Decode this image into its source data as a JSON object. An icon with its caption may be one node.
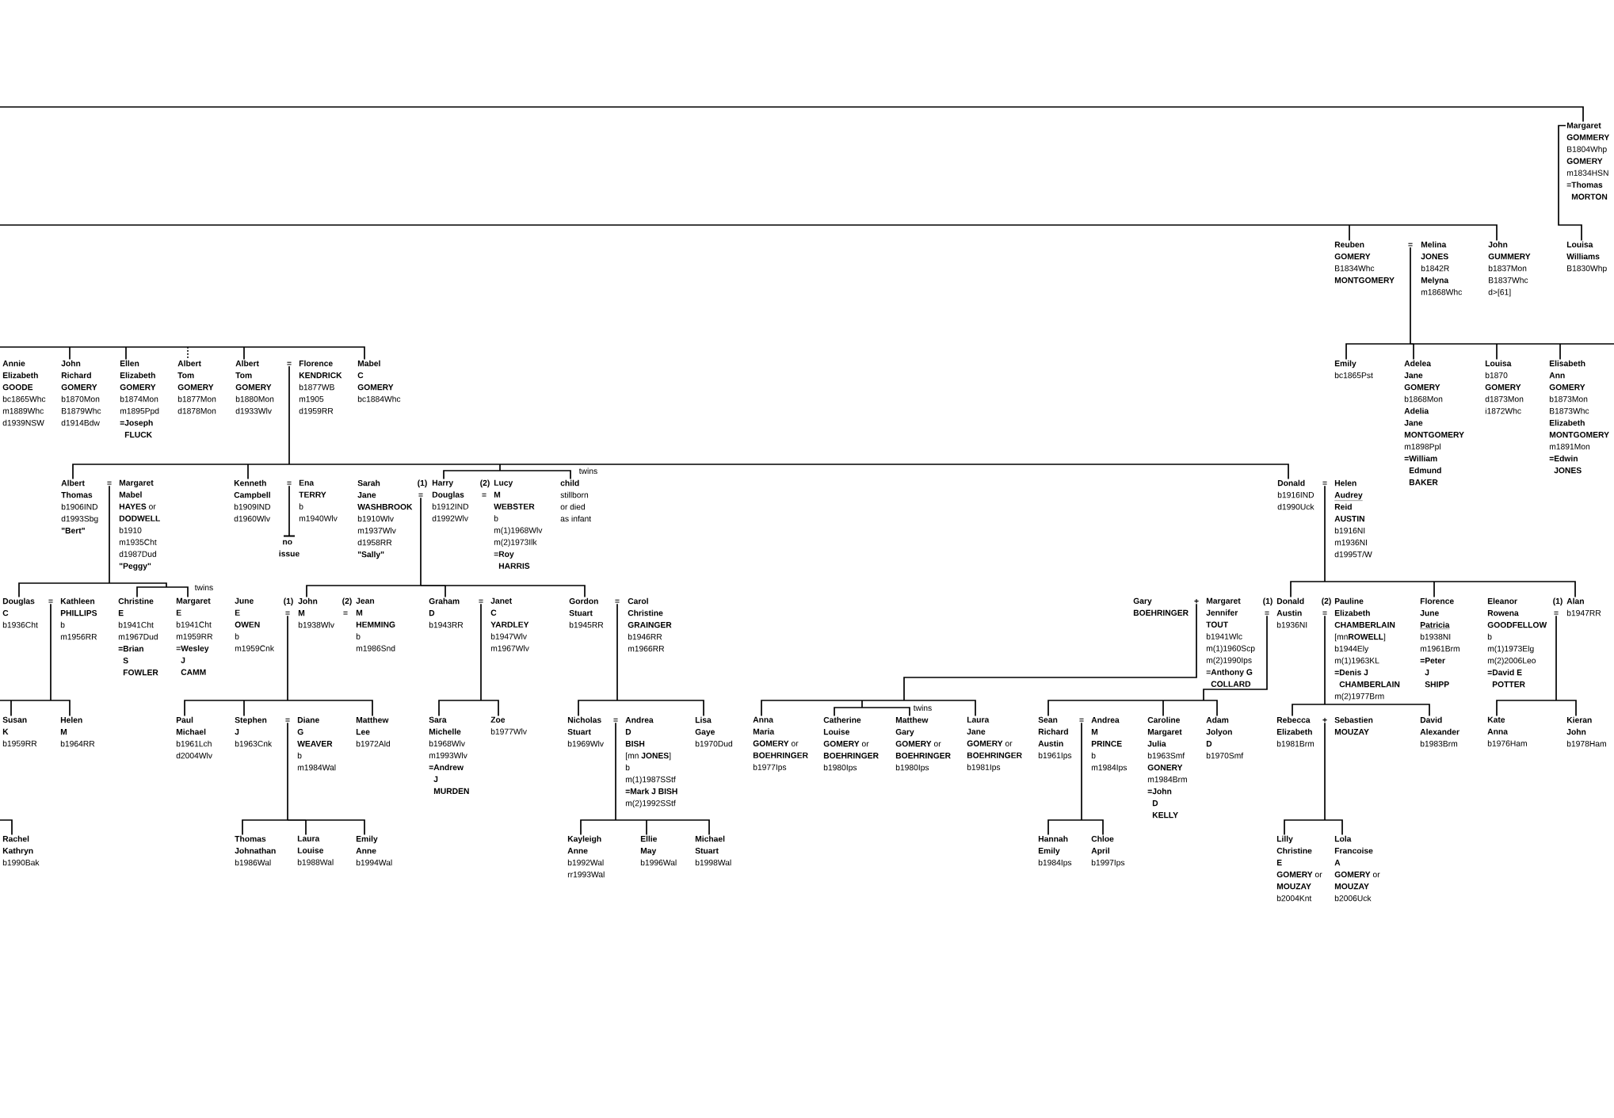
{
  "diagram": {
    "nodes": [
      {
        "text": [
          "Margaret GOMMERY",
          "B1804Whp",
          "GOMERY",
          "m1834HSN",
          "=Thomas MORTON"
        ]
      },
      {
        "text": [
          "Reuben GOMERY",
          "B1834Whc",
          "MONTGOMERY"
        ]
      },
      {
        "text": [
          "="
        ]
      },
      {
        "text": [
          "Melina JONES",
          "b1842R",
          "Melyna",
          "m1868Whc"
        ]
      },
      {
        "text": [
          "John GUMMERY",
          "b1837Mon",
          "B1837Whc",
          "d>[61]"
        ]
      },
      {
        "text": [
          "Louisa Williams",
          "B1830Whp"
        ]
      },
      {
        "text": [
          "Annie Elizabeth GOODE",
          "bc1865Whc",
          "m1889Whc",
          "d1939NSW"
        ]
      },
      {
        "text": [
          "John Richard GOMERY",
          "b1870Mon",
          "B1879Whc",
          "d1914Bdw"
        ]
      },
      {
        "text": [
          "Ellen Elizabeth GOMERY",
          "b1874Mon",
          "m1895Ppd",
          "=Joseph FLUCK"
        ]
      },
      {
        "text": [
          "Albert Tom GOMERY",
          "b1877Mon",
          "d1878Mon"
        ]
      },
      {
        "text": [
          "Albert Tom GOMERY",
          "b1880Mon",
          "d1933Wlv"
        ]
      },
      {
        "text": [
          "="
        ]
      },
      {
        "text": [
          "Florence KENDRICK",
          "b1877WB",
          "m1905",
          "d1959RR"
        ]
      },
      {
        "text": [
          "Mabel C GOMERY",
          "bc1884Whc"
        ]
      },
      {
        "text": [
          "Emily",
          "bc1865Pst"
        ]
      },
      {
        "text": [
          "Adelea Jane GOMERY",
          "b1868Mon",
          "Adelia Jane MONTGOMERY",
          "m1898Ppl",
          "=William Edmund BAKER"
        ]
      },
      {
        "text": [
          "Louisa",
          "b1870",
          "GOMERY",
          "d1873Mon",
          "i1872Whc"
        ]
      },
      {
        "text": [
          "Elisabeth Ann GOMERY",
          "b1873Mon",
          "B1873Whc",
          "Elizabeth MONTGOMERY",
          "m1891Mon",
          "=Edwin JONES"
        ]
      },
      {
        "text": [
          "Albert Thomas",
          "b1906IND",
          "d1993Sbg",
          "\"Bert\""
        ]
      },
      {
        "text": [
          "="
        ]
      },
      {
        "text": [
          "**Margaret Mabel HAYES** or **DODWELL**",
          "b1910",
          "m1935Cht",
          "d1987Dud",
          "\"Peggy\""
        ]
      },
      {
        "text": [
          "Kenneth Campbell",
          "b1909IND",
          "d1960Wlv"
        ]
      },
      {
        "text": [
          "="
        ]
      },
      {
        "text": [
          "Ena TERRY",
          "b",
          "m1940Wlv"
        ]
      },
      {
        "text": [
          "no issue"
        ]
      },
      {
        "text": [
          "Sarah Jane WASHBROOK",
          "b1910Wlv",
          "m1937Wlv",
          "d1958RR",
          "\"Sally\""
        ]
      },
      {
        "text": [
          "="
        ]
      },
      {
        "text": [
          "Harry Douglas",
          "b1912IND",
          "d1992Wlv"
        ],
        "beside": [
          "(1)"
        ]
      },
      {
        "text": [
          "Lucy M WEBSTER",
          "b",
          "m(1)1968Wlv",
          "m(2)1973Ilk",
          "=Roy HARRIS"
        ],
        "beside": [
          "(2)",
          "="
        ]
      },
      {
        "text": [
          "child",
          "stillborn or died as infant"
        ]
      },
      {
        "text": [
          "Donald",
          "b1916IND",
          "d1990Uck"
        ]
      },
      {
        "text": [
          "="
        ]
      },
      {
        "text": [
          "Helen Audrey Reid AUSTIN",
          "b1916NI",
          "m1936NI",
          "d1995T/W"
        ]
      },
      {
        "text": [
          "Douglas C",
          "b1936Cht"
        ]
      },
      {
        "text": [
          "="
        ]
      },
      {
        "text": [
          "Kathleen PHILLIPS",
          "b",
          "m1956RR"
        ]
      },
      {
        "text": [
          "Christine E",
          "b1941Cht",
          "m1967Dud",
          "=Brian S FOWLER"
        ]
      },
      {
        "text": [
          "Margaret E",
          "b1941Cht",
          "m1959RR",
          "=Wesley J CAMM"
        ]
      },
      {
        "text": [
          "June E OWEN",
          "b",
          "m1959Cnk"
        ]
      },
      {
        "text": [
          "="
        ]
      },
      {
        "text": [
          "John M",
          "b1938Wlv"
        ],
        "beside": [
          "(1)"
        ]
      },
      {
        "text": [
          "Jean M HEMMING",
          "b",
          "m1986Snd"
        ],
        "beside": [
          "(2)",
          "="
        ]
      },
      {
        "text": [
          "Graham D",
          "b1943RR"
        ]
      },
      {
        "text": [
          "="
        ]
      },
      {
        "text": [
          "Janet C YARDLEY",
          "b1947Wlv",
          "m1967Wlv"
        ]
      },
      {
        "text": [
          "Gordon Stuart",
          "b1945RR"
        ]
      },
      {
        "text": [
          "="
        ]
      },
      {
        "text": [
          "Carol Christine GRAINGER",
          "b1946RR",
          "m1966RR"
        ]
      },
      {
        "text": [
          "Gary BOEHRINGER"
        ]
      },
      {
        "text": [
          "+"
        ]
      },
      {
        "text": [
          "Margaret Jennifer TOUT",
          "b1941Wlc",
          "m(1)1960Scp",
          "m(2)1990Ips",
          "=Anthony G COLLARD"
        ]
      },
      {
        "text": [
          "="
        ]
      },
      {
        "text": [
          "Donald Austin",
          "b1936NI"
        ],
        "beside": [
          "(1)"
        ]
      },
      {
        "text": [
          "="
        ]
      },
      {
        "text": [
          "Pauline Elizabeth CHAMBERLAIN",
          "[mn**ROWELL**]",
          "b1944Ely",
          "m(1)1963KL",
          "=Denis J CHAMBERLAIN",
          "m(2)1977Brm"
        ],
        "beside": [
          "(2)"
        ]
      },
      {
        "text": [
          "Florence June Patricia",
          "b1938NI",
          "m1961Brm",
          "=Peter J SHIPP"
        ]
      },
      {
        "text": [
          "Eleanor Rowena GOODFELLOW",
          "b",
          "m(1)1973Elg",
          "m(2)2006Leo",
          "=David E POTTER"
        ]
      },
      {
        "text": [
          "="
        ]
      },
      {
        "text": [
          "Alan",
          "b1947RR"
        ],
        "beside": [
          "(1)"
        ]
      },
      {
        "text": [
          "Susan K",
          "b1959RR"
        ]
      },
      {
        "text": [
          "Helen M",
          "b1964RR"
        ]
      },
      {
        "text": [
          "Paul Michael",
          "b1961Lch",
          "d2004Wlv"
        ]
      },
      {
        "text": [
          "Stephen J",
          "b1963Cnk"
        ]
      },
      {
        "text": [
          "="
        ]
      },
      {
        "text": [
          "Diane G WEAVER",
          "b",
          "m1984Wal"
        ]
      },
      {
        "text": [
          "Matthew Lee",
          "b1972Ald"
        ]
      },
      {
        "text": [
          "Sara Michelle",
          "b1968Wlv",
          "m1993Wlv",
          "=Andrew J MURDEN"
        ]
      },
      {
        "text": [
          "Zoe",
          "b1977Wlv"
        ]
      },
      {
        "text": [
          "Nicholas Stuart",
          "b1969Wlv"
        ]
      },
      {
        "text": [
          "="
        ]
      },
      {
        "text": [
          "Andrea D BISH",
          "[mn **JONES**]",
          "b",
          "m(1)1987SStf",
          "=Mark J BISH",
          "m(2)1992SStf"
        ]
      },
      {
        "text": [
          "Lisa Gaye",
          "b1970Dud"
        ]
      },
      {
        "text": [
          "**Anna Maria GOMERY** or **BOEHRINGER**",
          "b1977Ips"
        ]
      },
      {
        "text": [
          "**Catherine Louise GOMERY** or **BOEHRINGER**",
          "b1980Ips"
        ]
      },
      {
        "text": [
          "**Matthew Gary GOMERY** or **BOEHRINGER**",
          "b1980Ips"
        ]
      },
      {
        "text": [
          "**Laura Jane GOMERY** or **BOEHRINGER**",
          "b1981Ips"
        ]
      },
      {
        "text": [
          "Sean Richard Austin",
          "b1961Ips"
        ]
      },
      {
        "text": [
          "="
        ]
      },
      {
        "text": [
          "Andrea M PRINCE",
          "b",
          "m1984Ips"
        ]
      },
      {
        "text": [
          "Caroline Margaret Julia",
          "b1963Smf",
          "GONERY",
          "m1984Brm",
          "=John D KELLY"
        ]
      },
      {
        "text": [
          "Adam Jolyon D",
          "b1970Smf"
        ]
      },
      {
        "text": [
          "Rebecca Elizabeth",
          "b1981Brm"
        ]
      },
      {
        "text": [
          "+"
        ]
      },
      {
        "text": [
          "Sebastien MOUZAY"
        ]
      },
      {
        "text": [
          "David Alexander",
          "b1983Brm"
        ]
      },
      {
        "text": [
          "Kate Anna",
          "b1976Ham"
        ]
      },
      {
        "text": [
          "Kieran John",
          "b1978Ham"
        ]
      },
      {
        "text": [
          "Rachel Kathryn",
          "b1990Bak"
        ]
      },
      {
        "text": [
          "Thomas Johnathan",
          "b1986Wal"
        ]
      },
      {
        "text": [
          "Laura Louise",
          "b1988Wal"
        ]
      },
      {
        "text": [
          "Emily Anne",
          "b1994Wal"
        ]
      },
      {
        "text": [
          "Kayleigh Anne",
          "b1992Wal",
          "rr1993Wal"
        ]
      },
      {
        "text": [
          "Ellie May",
          "b1996Wal"
        ]
      },
      {
        "text": [
          "Michael Stuart",
          "b1998Wal"
        ]
      },
      {
        "text": [
          "Hannah Emily",
          "b1984Ips"
        ]
      },
      {
        "text": [
          "Chloe April",
          "b1997Ips"
        ]
      },
      {
        "text": [
          "**Lilly Christine E GOMERY** or **MOUZAY**",
          "b2004Knt"
        ]
      },
      {
        "text": [
          "**Lola Francoise A GOMERY** or **MOUZAY**",
          "b2006Uck"
        ]
      }
    ],
    "edges": [
      {
        "from": null,
        "to": 0,
        "arrow": "none"
      },
      {
        "from": 0,
        "to": 5,
        "arrow": "none"
      },
      {
        "from": null,
        "to": 1,
        "arrow": "none"
      },
      {
        "from": null,
        "to": 4,
        "arrow": "none"
      },
      {
        "from": 2,
        "to": 14,
        "arrow": "none"
      },
      {
        "from": 2,
        "to": 15,
        "arrow": "none"
      },
      {
        "from": 2,
        "to": 16,
        "arrow": "none"
      },
      {
        "from": 2,
        "to": 17,
        "arrow": "none"
      },
      {
        "from": null,
        "to": 7,
        "arrow": "none"
      },
      {
        "from": null,
        "to": 8,
        "arrow": "none"
      },
      {
        "from": null,
        "to": 9,
        "arrow": "none",
        "style": "dashed"
      },
      {
        "from": null,
        "to": 10,
        "arrow": "none"
      },
      {
        "from": null,
        "to": 13,
        "arrow": "none"
      },
      {
        "from": 11,
        "to": 18,
        "arrow": "none"
      },
      {
        "from": 11,
        "to": 21,
        "arrow": "none"
      },
      {
        "from": 11,
        "to": 27,
        "arrow": "none"
      },
      {
        "from": 11,
        "to": 29,
        "arrow": "none"
      },
      {
        "from": 11,
        "to": 30,
        "arrow": "none"
      },
      {
        "from": 22,
        "to": 24,
        "arrow": "other"
      },
      {
        "from": 19,
        "to": 33,
        "arrow": "none"
      },
      {
        "from": 19,
        "to": 36,
        "arrow": "none"
      },
      {
        "from": 19,
        "to": 37,
        "arrow": "none"
      },
      {
        "from": 26,
        "to": 40,
        "arrow": "none"
      },
      {
        "from": 26,
        "to": 42,
        "arrow": "none"
      },
      {
        "from": 26,
        "to": 45,
        "arrow": "none"
      },
      {
        "from": 31,
        "to": 52,
        "arrow": "none"
      },
      {
        "from": 31,
        "to": 55,
        "arrow": "none"
      },
      {
        "from": 31,
        "to": 58,
        "arrow": "none"
      },
      {
        "from": 34,
        "to": 59,
        "arrow": "none"
      },
      {
        "from": 34,
        "to": 60,
        "arrow": "none"
      },
      {
        "from": 39,
        "to": 61,
        "arrow": "none"
      },
      {
        "from": 39,
        "to": 62,
        "arrow": "none"
      },
      {
        "from": 39,
        "to": 65,
        "arrow": "none"
      },
      {
        "from": 43,
        "to": 66,
        "arrow": "none"
      },
      {
        "from": 43,
        "to": 67,
        "arrow": "none"
      },
      {
        "from": 46,
        "to": 68,
        "arrow": "none"
      },
      {
        "from": 46,
        "to": 71,
        "arrow": "none"
      },
      {
        "from": 49,
        "to": 72,
        "arrow": "none"
      },
      {
        "from": 49,
        "to": 73,
        "arrow": "none"
      },
      {
        "from": 49,
        "to": 74,
        "arrow": "none"
      },
      {
        "from": 49,
        "to": 75,
        "arrow": "none"
      },
      {
        "from": 51,
        "to": 76,
        "arrow": "none"
      },
      {
        "from": 51,
        "to": 79,
        "arrow": "none"
      },
      {
        "from": 51,
        "to": 80,
        "arrow": "none"
      },
      {
        "from": 53,
        "to": 81,
        "arrow": "none"
      },
      {
        "from": 53,
        "to": 84,
        "arrow": "none"
      },
      {
        "from": 57,
        "to": 85,
        "arrow": "none"
      },
      {
        "from": 57,
        "to": 86,
        "arrow": "none"
      },
      {
        "from": null,
        "to": 87,
        "arrow": "none"
      },
      {
        "from": 63,
        "to": 88,
        "arrow": "none"
      },
      {
        "from": 63,
        "to": 89,
        "arrow": "none"
      },
      {
        "from": 63,
        "to": 90,
        "arrow": "none"
      },
      {
        "from": 69,
        "to": 91,
        "arrow": "none"
      },
      {
        "from": 69,
        "to": 92,
        "arrow": "none"
      },
      {
        "from": 69,
        "to": 93,
        "arrow": "none"
      },
      {
        "from": 77,
        "to": 94,
        "arrow": "none"
      },
      {
        "from": 77,
        "to": 95,
        "arrow": "none"
      },
      {
        "from": 82,
        "to": 96,
        "arrow": "none"
      },
      {
        "from": 82,
        "to": 97,
        "arrow": "none"
      }
    ],
    "labels": [
      "twins",
      "twins",
      "twins"
    ]
  }
}
